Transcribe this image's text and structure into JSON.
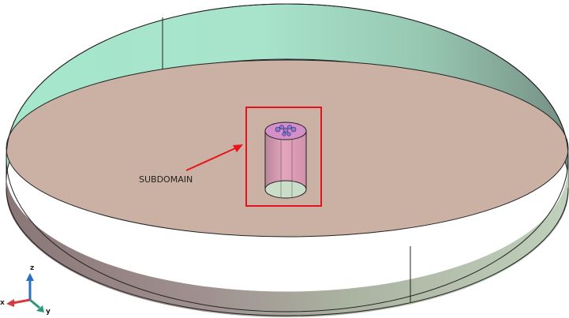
{
  "annotation": {
    "label": "SUBDOMAIN",
    "arrow_color": "#e8141a",
    "box_color": "#e0141a"
  },
  "axes": {
    "x_label": "x",
    "y_label": "y",
    "z_label": "z",
    "x_color": "#d83a3a",
    "y_color": "#2a9a7a",
    "z_color": "#2a6fc0"
  },
  "colors": {
    "top_face": "#cbb0a4",
    "wall_front_left": "#8f7a7a",
    "wall_front_right": "#b7c8b2",
    "wall_back_left": "#a7e4cb",
    "wall_back_right": "#7c988a",
    "outline": "#222222",
    "cylinder_body": "#d89ab3",
    "cylinder_top": "#d58fc8",
    "cylinder_bottom": "#c8dcc8"
  },
  "icons": {
    "cylinder_top_mark": "bubble-cluster-icon"
  }
}
